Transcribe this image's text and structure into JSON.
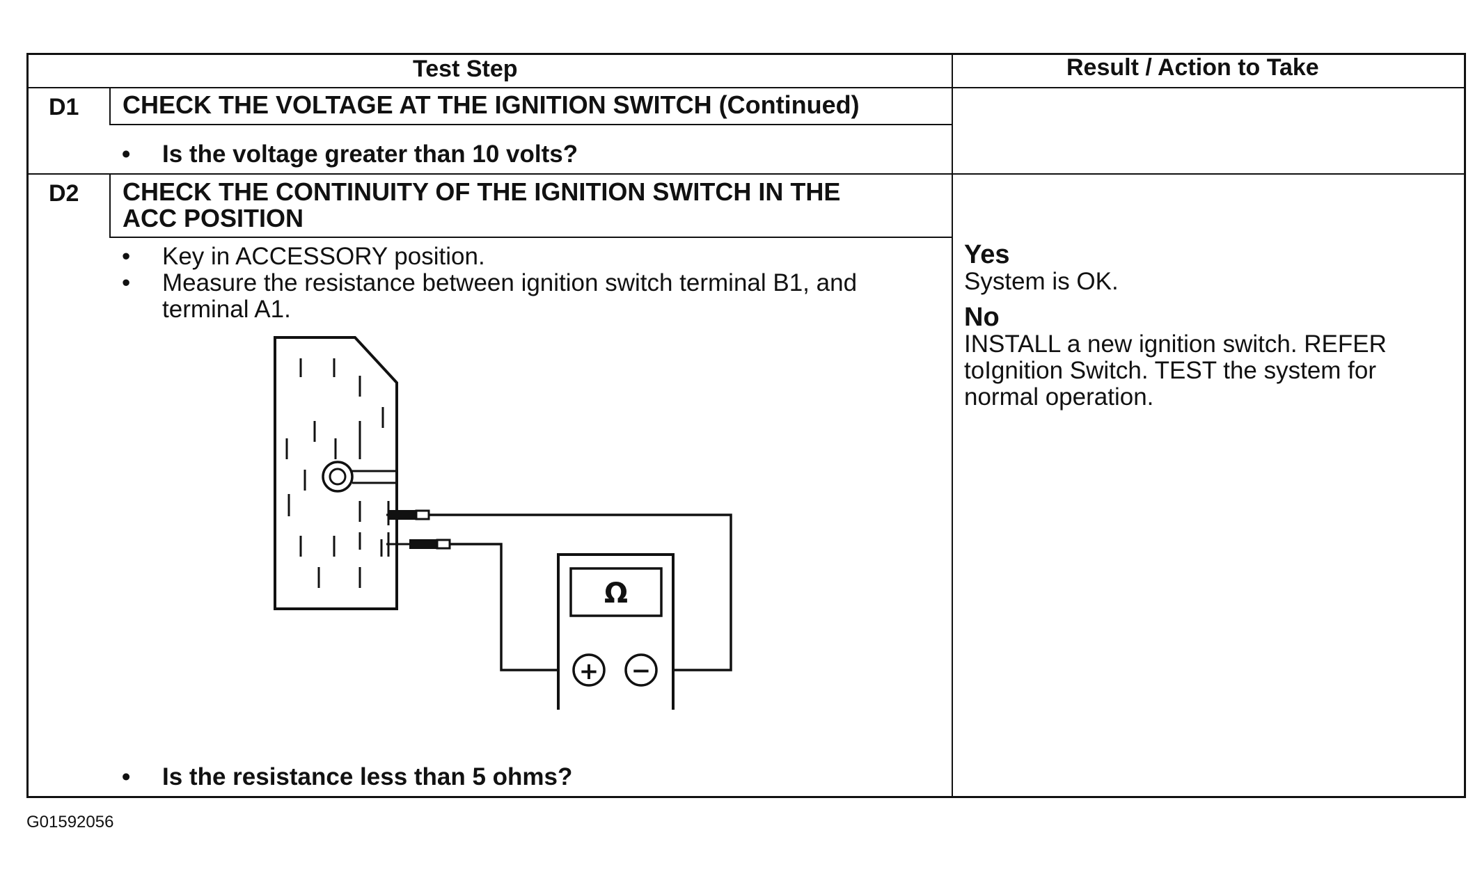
{
  "table": {
    "headers": {
      "test_step": "Test Step",
      "result": "Result / Action to Take"
    },
    "d1": {
      "id": "D1",
      "title": "CHECK THE VOLTAGE AT THE IGNITION SWITCH (Continued)",
      "question": "Is the voltage greater than 10 volts?"
    },
    "d2": {
      "id": "D2",
      "title_line1": "CHECK THE CONTINUITY OF THE IGNITION SWITCH IN THE",
      "title_line2": "ACC POSITION",
      "step1": "Key in ACCESSORY position.",
      "step2_line1": "Measure the resistance between ignition switch terminal B1, and",
      "step2_line2": "terminal A1.",
      "question": "Is the resistance less than 5 ohms?",
      "meter_symbol": "Ω",
      "meter_plus": "+",
      "meter_minus": "−"
    },
    "results": {
      "yes_label": "Yes",
      "yes_text": "System is OK.",
      "no_label": "No",
      "no_line1": "INSTALL a new ignition switch. REFER",
      "no_line2": "toIgnition Switch. TEST the system for",
      "no_line3": "normal operation."
    }
  },
  "figure_id": "G01592056",
  "bullet_char": "•"
}
